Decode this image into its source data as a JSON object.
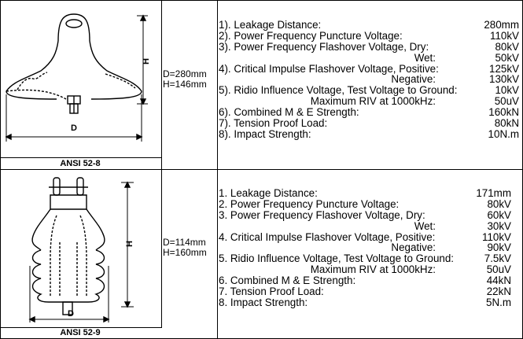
{
  "products": [
    {
      "caption": "ANSI 52-8",
      "dims": [
        "D=280mm",
        "H=146mm"
      ],
      "drawing_labels": {
        "h": "H",
        "d": "D"
      },
      "specs": [
        {
          "label": "1). Leakage Distance:",
          "value": "280mm"
        },
        {
          "label": "2). Power Frequency Puncture Voltage:",
          "value": "110kV"
        },
        {
          "label": "3). Power Frequency Flashover Voltage, Dry:",
          "value": "80kV"
        },
        {
          "label": "Wet:",
          "value": "50kV",
          "sub": true
        },
        {
          "label": "4). Critical Impulse Flashover Voltage, Positive:",
          "value": "125kV"
        },
        {
          "label": "Negative:",
          "value": "130kV",
          "sub": true
        },
        {
          "label": "5). Ridio Influence Voltage, Test Voltage to Ground:",
          "value": "10kV"
        },
        {
          "label": "Maximum RIV at 1000kHz:",
          "value": "50uV",
          "sub": true
        },
        {
          "label": "6). Combined M & E Strength:",
          "value": "160kN"
        },
        {
          "label": "7). Tension Proof Load:",
          "value": "80kN"
        },
        {
          "label": "8). Impact Strength:",
          "value": "10N.m"
        }
      ]
    },
    {
      "caption": "ANSI 52-9",
      "dims": [
        "D=114mm",
        "H=160mm"
      ],
      "drawing_labels": {
        "h": "H",
        "d": "D"
      },
      "specs": [
        {
          "label": "1. Leakage Distance:",
          "value": "171mm"
        },
        {
          "label": "2. Power Frequency Puncture Voltage:",
          "value": "80kV"
        },
        {
          "label": "3. Power Frequency Flashover Voltage, Dry:",
          "value": "60kV"
        },
        {
          "label": "Wet:",
          "value": "30kV",
          "sub": true
        },
        {
          "label": "4. Critical Impulse Flashover Voltage, Positive:",
          "value": "110kV"
        },
        {
          "label": "Negative:",
          "value": "90kV",
          "sub": true
        },
        {
          "label": "5. Ridio Influence Voltage, Test Voltage to Ground:",
          "value": "7.5kV"
        },
        {
          "label": "Maximum RIV at 1000kHz:",
          "value": "50uV",
          "sub": true
        },
        {
          "label": "6. Combined M & E Strength:",
          "value": "44kN"
        },
        {
          "label": "7. Tension Proof Load:",
          "value": "22kN"
        },
        {
          "label": "8. Impact Strength:",
          "value": "5N.m"
        }
      ]
    }
  ]
}
